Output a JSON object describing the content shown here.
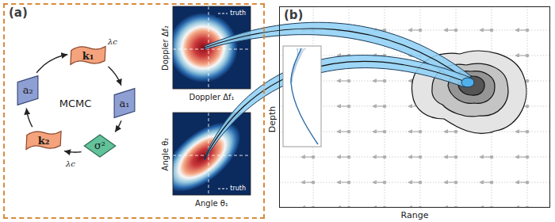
{
  "diagram": {
    "nodes": [
      {
        "text": [
          "(a)"
        ]
      },
      {
        "text": [
          "k₁"
        ],
        "in": 0
      },
      {
        "text": [
          "a₁"
        ],
        "in": 0
      },
      {
        "text": [
          "σ²"
        ],
        "in": 0
      },
      {
        "text": [
          "k₂"
        ],
        "in": 0
      },
      {
        "text": [
          "a₂"
        ],
        "in": 0
      },
      {
        "text": [
          "(b)"
        ]
      }
    ],
    "edges": [
      {
        "from": 5,
        "to": 1,
        "arrow": "to"
      },
      {
        "from": 1,
        "to": 2,
        "arrow": "to"
      },
      {
        "from": 2,
        "to": 3,
        "arrow": "to"
      },
      {
        "from": 3,
        "to": 4,
        "arrow": "to"
      },
      {
        "from": 4,
        "to": 5,
        "arrow": "to"
      }
    ],
    "labels": [
      "MCMC",
      "λc",
      "λc",
      "Doppler Δf₂",
      "Doppler Δf₁",
      "Angle θ₂",
      "Angle θ₁",
      "Depth",
      "Range"
    ],
    "legend": [
      {
        "text": "truth"
      },
      {
        "text": "truth"
      }
    ]
  }
}
